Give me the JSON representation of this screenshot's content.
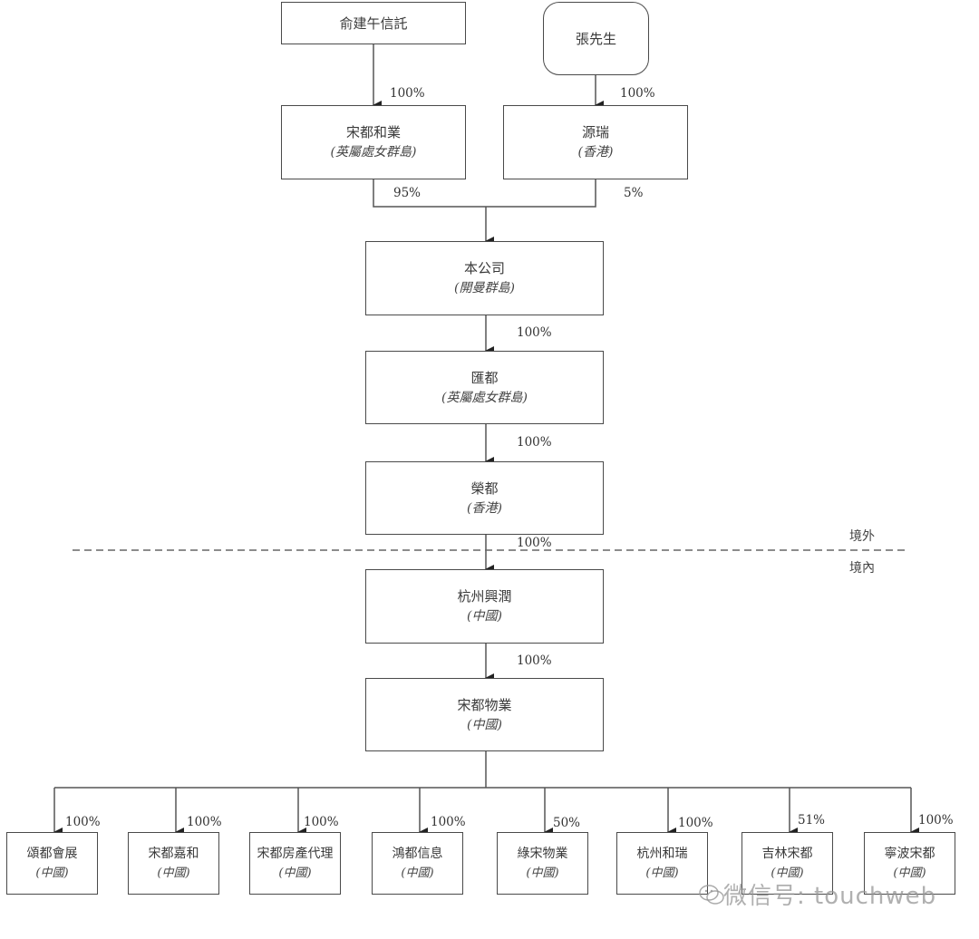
{
  "title": "Shareholding structure chart",
  "top": {
    "trust": {
      "name": "俞建午信託"
    },
    "person": {
      "name": "張先生"
    }
  },
  "level1": {
    "songdu_heye": {
      "name": "宋都和業",
      "jurisdiction": "(英屬處女群島)"
    },
    "yuanrui": {
      "name": "源瑞",
      "jurisdiction": "(香港)"
    }
  },
  "company": {
    "name": "本公司",
    "jurisdiction": "(開曼群島)"
  },
  "huidu": {
    "name": "匯都",
    "jurisdiction": "(英屬處女群島)"
  },
  "rongdu": {
    "name": "榮都",
    "jurisdiction": "(香港)"
  },
  "hangzhou_xingrun": {
    "name": "杭州興潤",
    "jurisdiction": "(中國)"
  },
  "songdu_wuye": {
    "name": "宋都物業",
    "jurisdiction": "(中國)"
  },
  "ownership": {
    "trust_to_heye": "100%",
    "person_to_yuanrui": "100%",
    "heye_to_company": "95%",
    "yuanrui_to_company": "5%",
    "company_to_huidu": "100%",
    "huidu_to_rongdu": "100%",
    "rongdu_to_xingrun": "100%",
    "xingrun_to_wuye": "100%"
  },
  "regions": {
    "offshore": "境外",
    "onshore": "境內"
  },
  "subsidiaries": [
    {
      "name": "頌都會展",
      "jurisdiction": "(中國)",
      "pct": "100%"
    },
    {
      "name": "宋都嘉和",
      "jurisdiction": "(中國)",
      "pct": "100%"
    },
    {
      "name": "宋都房產代理",
      "jurisdiction": "(中國)",
      "pct": "100%"
    },
    {
      "name": "鴻都信息",
      "jurisdiction": "(中國)",
      "pct": "100%"
    },
    {
      "name": "綠宋物業",
      "jurisdiction": "(中國)",
      "pct": "50%"
    },
    {
      "name": "杭州和瑞",
      "jurisdiction": "(中國)",
      "pct": "100%"
    },
    {
      "name": "吉林宋都",
      "jurisdiction": "(中國)",
      "pct": "51%"
    },
    {
      "name": "寧波宋都",
      "jurisdiction": "(中國)",
      "pct": "100%"
    }
  ],
  "watermark": "微信号: touchweb"
}
